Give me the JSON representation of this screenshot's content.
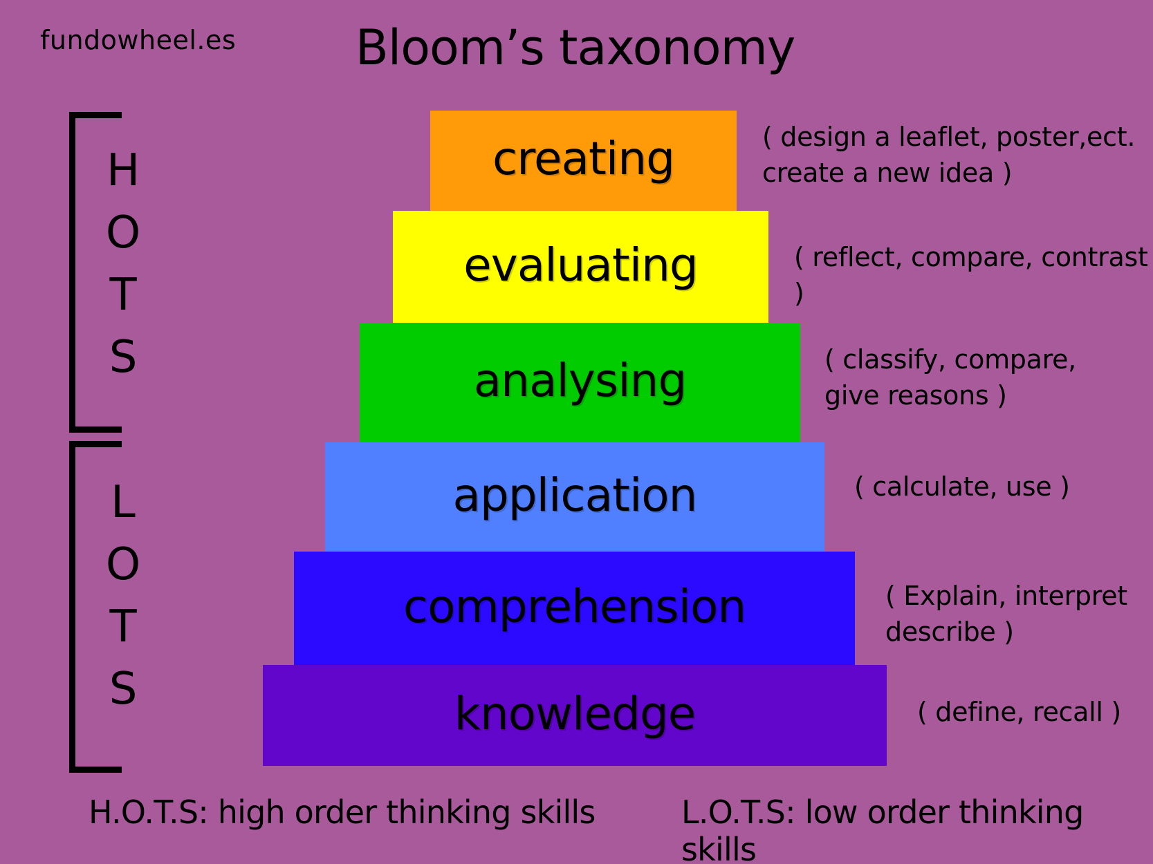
{
  "colors": {
    "background": "#a85a9a",
    "text": "#000000"
  },
  "brand": "fundowheel.es",
  "title": "Bloom’s taxonomy",
  "pyramid": [
    {
      "label": "creating",
      "color": "#ff9a08",
      "note": "( design a leaflet, poster,ect.\ncreate a new idea )"
    },
    {
      "label": "evaluating",
      "color": "#ffff00",
      "note": "( reflect, compare, contrast )"
    },
    {
      "label": "analysing",
      "color": "#00cc00",
      "note": "( classify, compare,\ngive reasons )"
    },
    {
      "label": "application",
      "color": "#5080ff",
      "note": "( calculate, use )"
    },
    {
      "label": "comprehension",
      "color": "#2b0aff",
      "note": "( Explain, interpret\ndescribe )"
    },
    {
      "label": "knowledge",
      "color": "#6206cc",
      "note": "( define, recall )"
    }
  ],
  "groups": {
    "hots": {
      "letters": [
        "H",
        "O",
        "T",
        "S"
      ]
    },
    "lots": {
      "letters": [
        "L",
        "O",
        "T",
        "S"
      ]
    }
  },
  "legend": {
    "hots": "H.O.T.S: high order thinking skills",
    "lots": "L.O.T.S: low order thinking skills"
  }
}
